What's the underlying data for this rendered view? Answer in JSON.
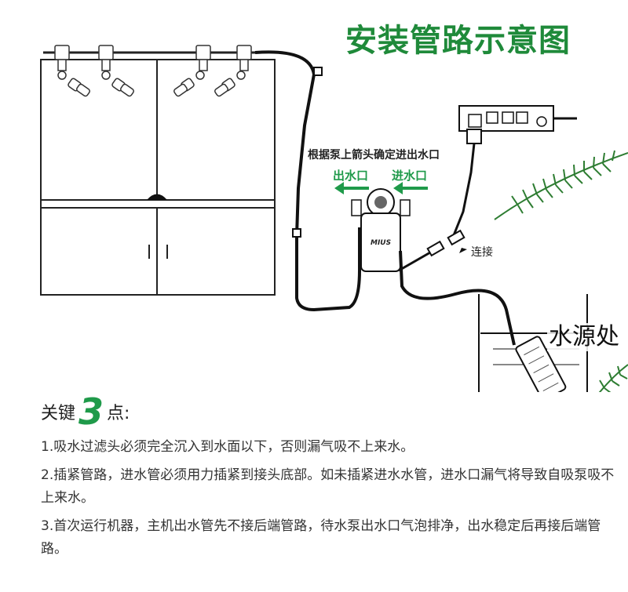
{
  "title": "安装管路示意图",
  "pump_brand": "MIUS",
  "arrow_note": "根据泵上箭头确定进出水口",
  "outlet_label": "出水口",
  "inlet_label": "进水口",
  "connect_label": "连接",
  "water_source_label": "水源处",
  "key_points": {
    "prefix": "关键",
    "number": "3",
    "suffix": "点:"
  },
  "notes": [
    "1.吸水过滤头必须完全沉入到水面以下，否则漏气吸不上来水。",
    "2.插紧管路，进水管必须用力插紧到接头底部。如未插紧进水水管，进水口漏气将导致自吸泵吸不上来水。",
    "3.首次运行机器，主机出水管先不接后端管路，待水泵出水口气泡排净，出水稳定后再接后端管路。"
  ],
  "colors": {
    "title_green": "#1f8a3a",
    "accent_green": "#1f9a4a",
    "line": "#111111"
  }
}
